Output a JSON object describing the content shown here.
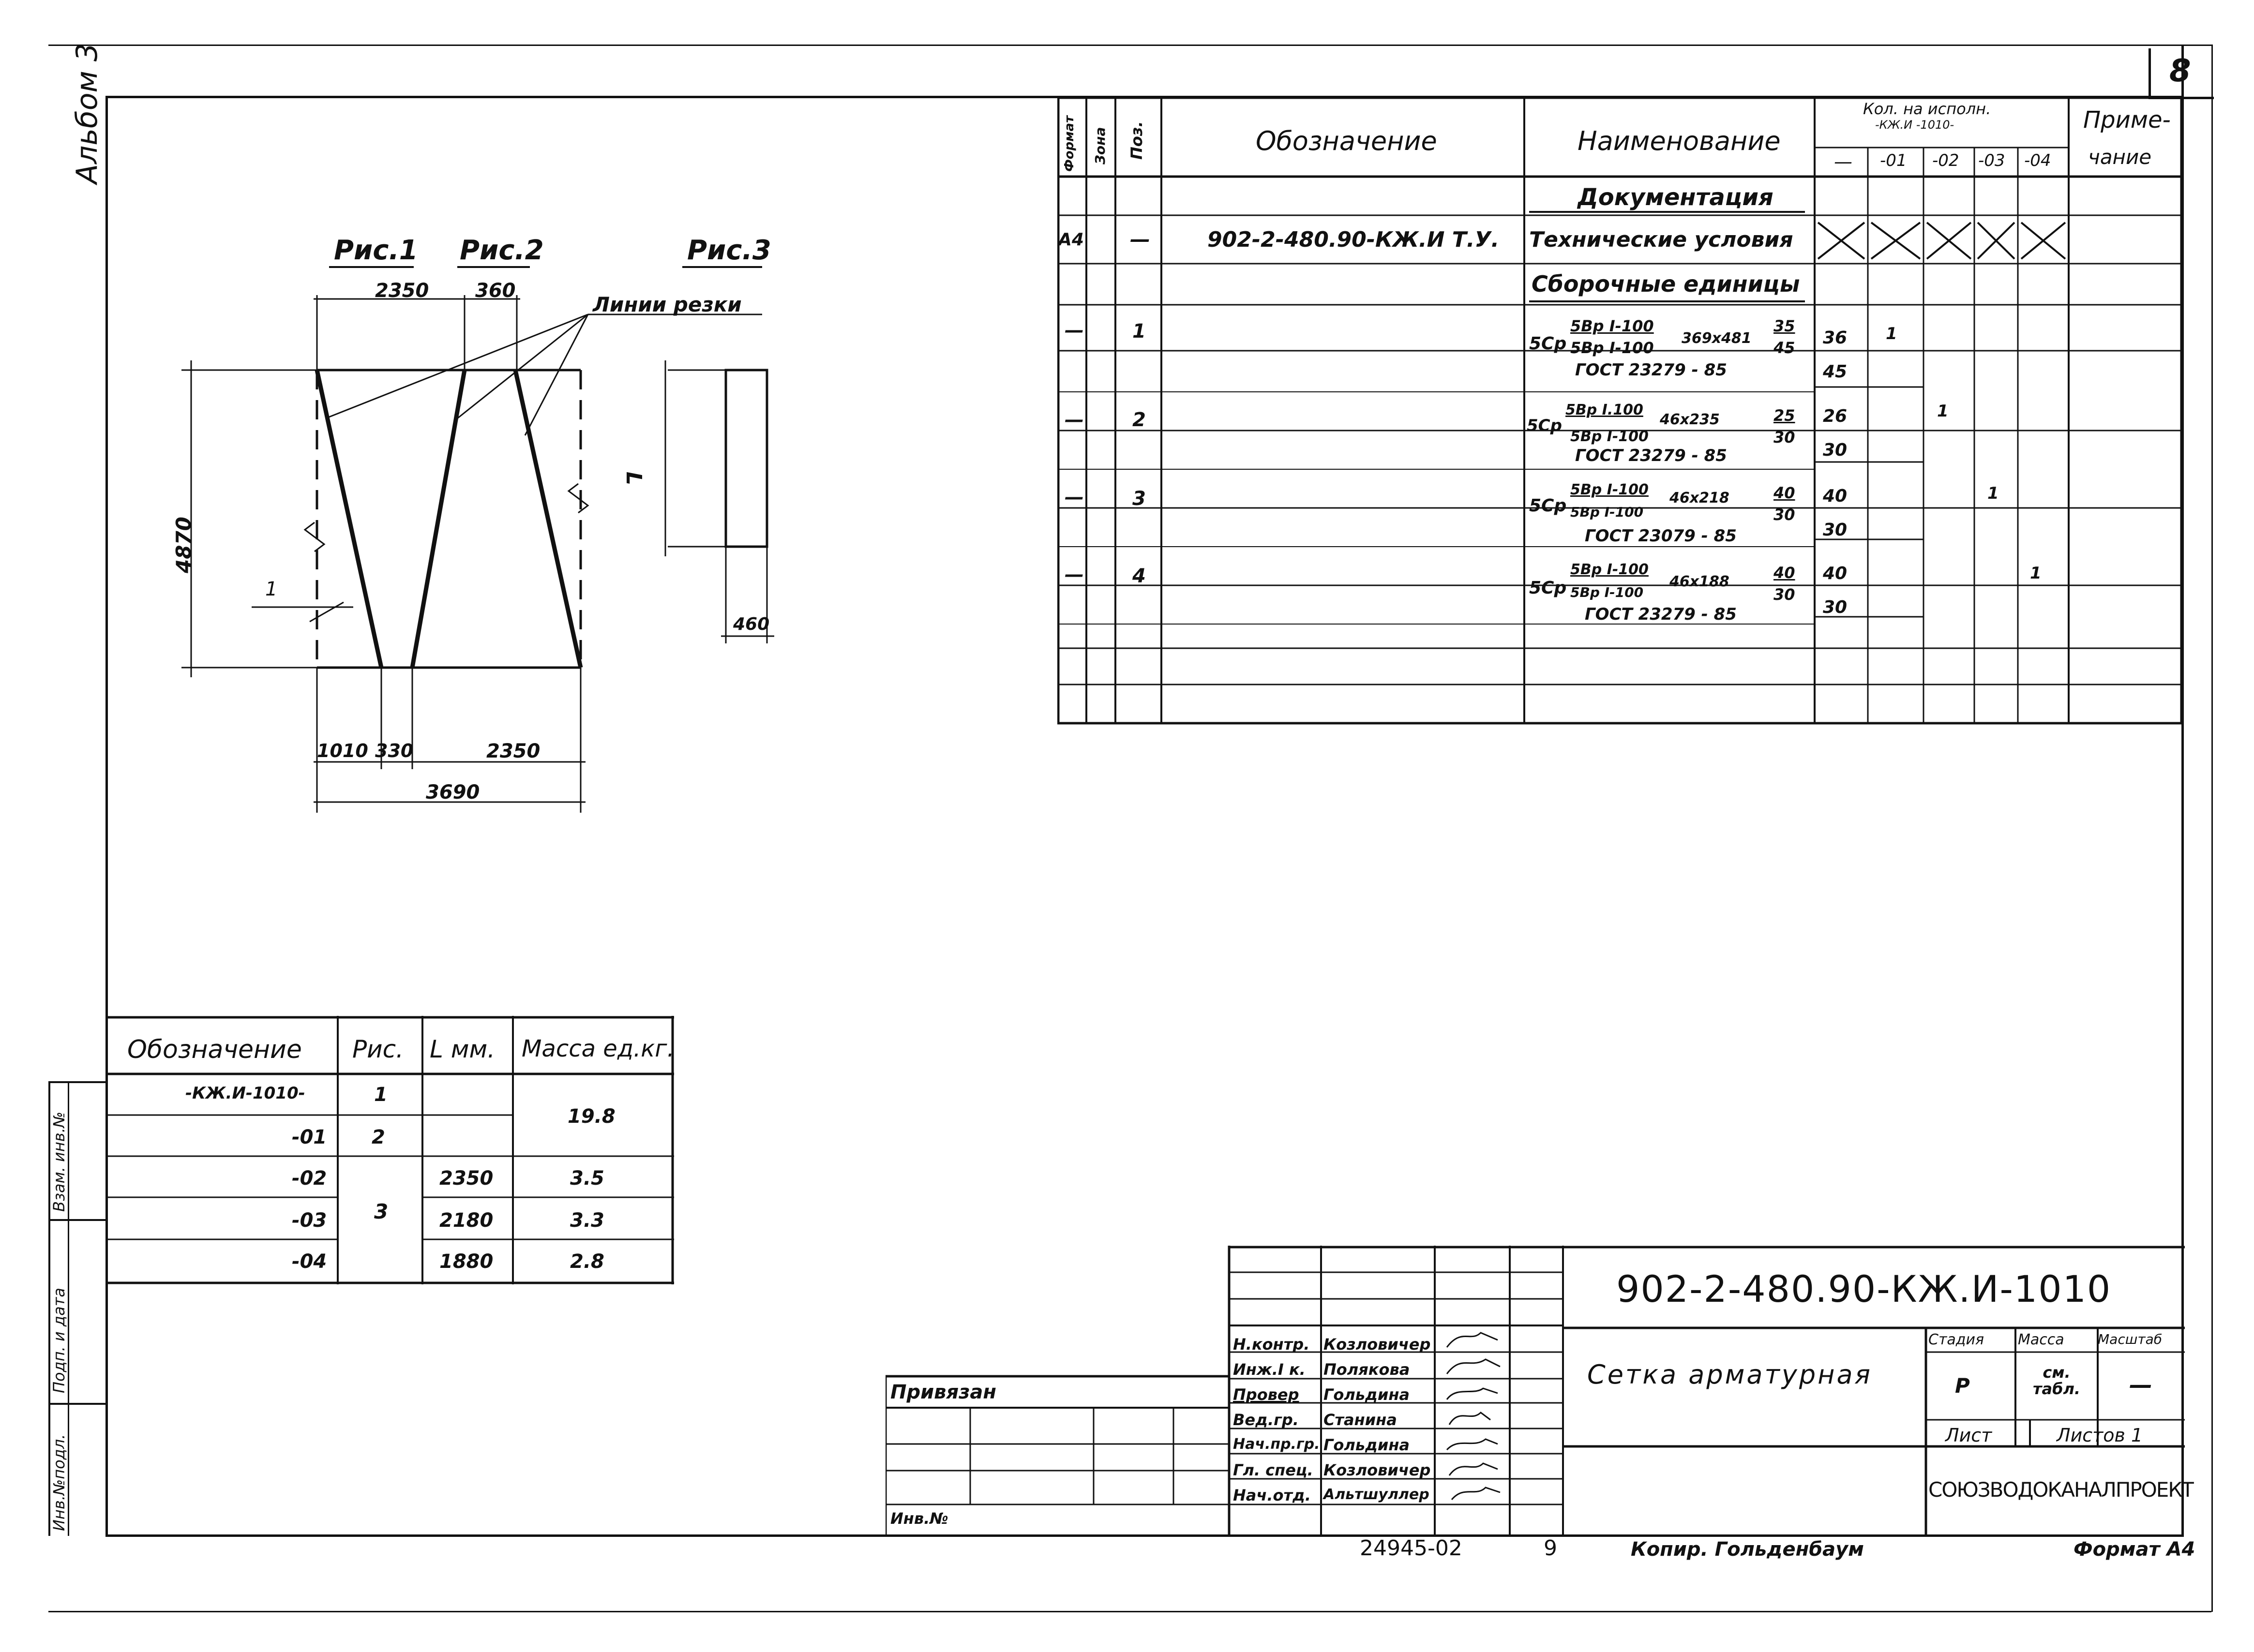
{
  "sheet_number": "8",
  "album_label": "Альбом 3",
  "figures": {
    "fig1": "Рис.1",
    "fig2": "Рис.2",
    "fig3": "Рис.3",
    "cut_lines": "Линии резки",
    "dim_top_left": "2350",
    "dim_top_mid": "360",
    "dim_height": "4870",
    "dim_bottom_1": "1010",
    "dim_bottom_2": "330",
    "dim_bottom_3": "2350",
    "dim_total": "3690",
    "marker_1": "1",
    "fig3_height_label": "L",
    "fig3_width": "460"
  },
  "spec_table": {
    "headers": {
      "format": "Формат",
      "zone": "Зона",
      "pos": "Поз.",
      "designation": "Обозначение",
      "name": "Наименование",
      "qty_group": "Кол. на исполн.",
      "qty_sub": "-КЖ.И -1010-",
      "qty_cols": [
        "—",
        "-01",
        "-02",
        "-03",
        "-04"
      ],
      "note1": "Приме-",
      "note2": "чание"
    },
    "section_docs": "Документация",
    "doc_row": {
      "format": "А4",
      "pos": "—",
      "designation": "902-2-480.90-КЖ.И Т.У.",
      "name": "Технические условия"
    },
    "section_units": "Сборочные единицы",
    "items": [
      {
        "format": "—",
        "pos": "1",
        "prefix": "5Ср",
        "num": "5Вр I-100",
        "den": "5Вр I-100",
        "size": "369х481",
        "fr_num": "35",
        "fr_den": "45",
        "gost": "ГОСТ 23279 - 85",
        "q1": "36",
        "q2": "45",
        "mark": "1"
      },
      {
        "format": "—",
        "pos": "2",
        "prefix": "5Ср",
        "num": "5Вр I.100",
        "den": "5Вр I-100",
        "size": "46х235",
        "fr_num": "25",
        "fr_den": "30",
        "gost": "ГОСТ 23279 - 85",
        "q1": "26",
        "q2": "30",
        "mark": "1"
      },
      {
        "format": "—",
        "pos": "3",
        "prefix": "5Ср",
        "num": "5Вр I-100",
        "den": "5Вр I-100",
        "size": "46х218",
        "fr_num": "40",
        "fr_den": "30",
        "gost": "ГОСТ 23079 - 85",
        "q1": "40",
        "q2": "30",
        "mark": "1"
      },
      {
        "format": "—",
        "pos": "4",
        "prefix": "5Ср",
        "num": "5Вр I-100",
        "den": "5Вр I-100",
        "size": "46х188",
        "fr_num": "40",
        "fr_den": "30",
        "gost": "ГОСТ 23279 - 85",
        "q1": "40",
        "q2": "30",
        "mark": "1"
      }
    ]
  },
  "variant_table": {
    "headers": [
      "Обозначение",
      "Рис.",
      "L мм.",
      "Масса ед.кг."
    ],
    "rows": [
      {
        "designation": "-КЖ.И-1010-",
        "fig": "1",
        "length": "",
        "mass": ""
      },
      {
        "designation": "-01",
        "fig": "2",
        "length": "",
        "mass": ""
      },
      {
        "designation": "-02",
        "fig": "",
        "length": "2350",
        "mass": "3.5"
      },
      {
        "designation": "-03",
        "fig": "",
        "length": "2180",
        "mass": "3.3"
      },
      {
        "designation": "-04",
        "fig": "",
        "length": "1880",
        "mass": "2.8"
      }
    ],
    "merged_mass_01": "19.8",
    "merged_fig_3": "3"
  },
  "side_labels": {
    "inv_orig": "Инв.№подл.",
    "sign_date": "Подп. и дата",
    "replace_inv": "Взам. инв.№"
  },
  "title_block": {
    "code": "902-2-480.90-КЖ.И-1010",
    "title": "Сетка арматурная",
    "stage_label": "Стадия",
    "mass_label": "Масса",
    "scale_label": "Масштаб",
    "stage_value": "Р",
    "mass_value": "см. табл.",
    "scale_value": "—",
    "sheet_label": "Лист",
    "sheets_label": "Листов 1",
    "org": "СОЮЗВОДОКАНАЛПРОЕКТ",
    "people": [
      {
        "role": "Н.контр.",
        "name": "Козловичер"
      },
      {
        "role": "Инж.I к.",
        "name": "Полякова"
      },
      {
        "role": "Провер",
        "name": "Гольдина"
      },
      {
        "role": "Вед.гр.",
        "name": "Станина"
      },
      {
        "role": "Нач.пр.гр.",
        "name": "Гольдина"
      },
      {
        "role": "Гл. спец.",
        "name": "Козловичер"
      },
      {
        "role": "Нач.отд.",
        "name": "Альтшуллер"
      }
    ],
    "bound_label": "Привязан",
    "inv_label": "Инв.№"
  },
  "footer": {
    "number": "24945-02",
    "page": "9",
    "copied": "Копир. Гольденбаум",
    "format": "Формат А4"
  }
}
